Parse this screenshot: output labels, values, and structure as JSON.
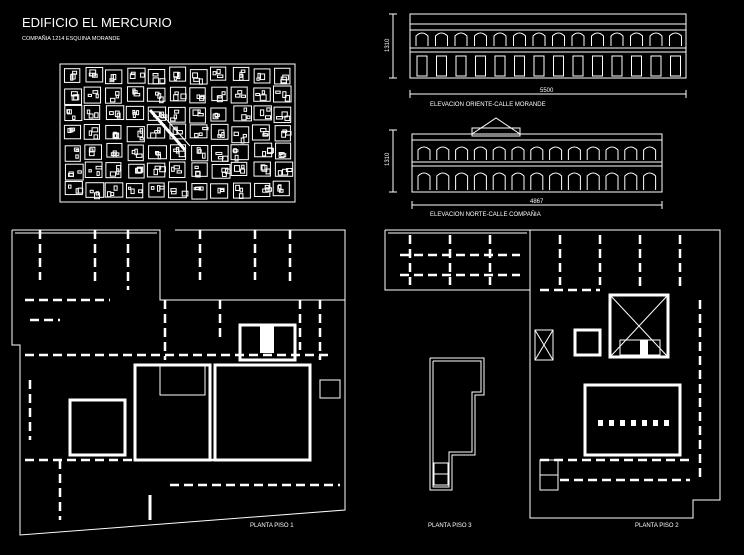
{
  "title": "EDIFICIO EL MERCURIO",
  "subtitle": "COMPAÑIA 1214 ESQUINA MORANDE",
  "elevations": [
    {
      "label": "ELEVACION ORIENTE-CALLE MORANDE",
      "width_dim": "5500",
      "height_dim": "1310"
    },
    {
      "label": "ELEVACION NORTE-CALLE COMPAÑIA",
      "width_dim": "4867",
      "height_dim": "1310"
    }
  ],
  "plans": [
    {
      "label": "PLANTA PISO 1"
    },
    {
      "label": "PLANTA PISO 3"
    },
    {
      "label": "PLANTA PISO 2"
    }
  ],
  "colors": {
    "background": "#000000",
    "lines": "#ffffff"
  }
}
